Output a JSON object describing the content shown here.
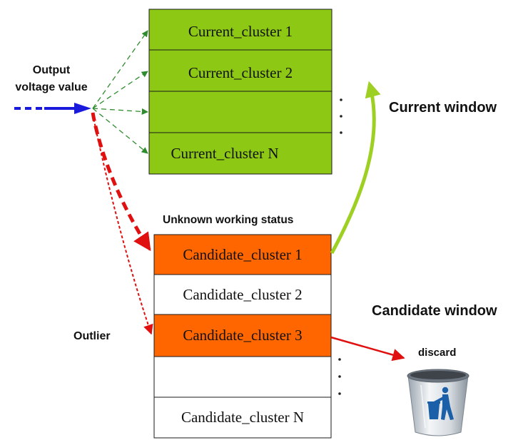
{
  "input_label": {
    "line1": "Output",
    "line2": "voltage value"
  },
  "current_window": {
    "title": "Current window",
    "rows": [
      "Current_cluster 1",
      "Current_cluster 2",
      "",
      "Current_cluster N"
    ],
    "fill_color": "#8CC814"
  },
  "candidate_window": {
    "title": "Candidate window",
    "header": "Unknown working status",
    "rows": [
      {
        "label": "Candidate_cluster 1",
        "fill": "#FF6600"
      },
      {
        "label": "Candidate_cluster 2",
        "fill": "#FFFFFF"
      },
      {
        "label": "Candidate_cluster 3",
        "fill": "#FF6600"
      },
      {
        "label": "",
        "fill": "#FFFFFF"
      },
      {
        "label": "Candidate_cluster N",
        "fill": "#FFFFFF"
      }
    ]
  },
  "outlier_label": "Outlier",
  "discard_label": "discard",
  "colors": {
    "input_arrow": "#1a1adc",
    "red_arrow": "#e01010",
    "green_dashed": "#2e8b2e",
    "promote_arrow": "#9ed024"
  },
  "icons": {
    "trash": "trash-can-icon"
  }
}
